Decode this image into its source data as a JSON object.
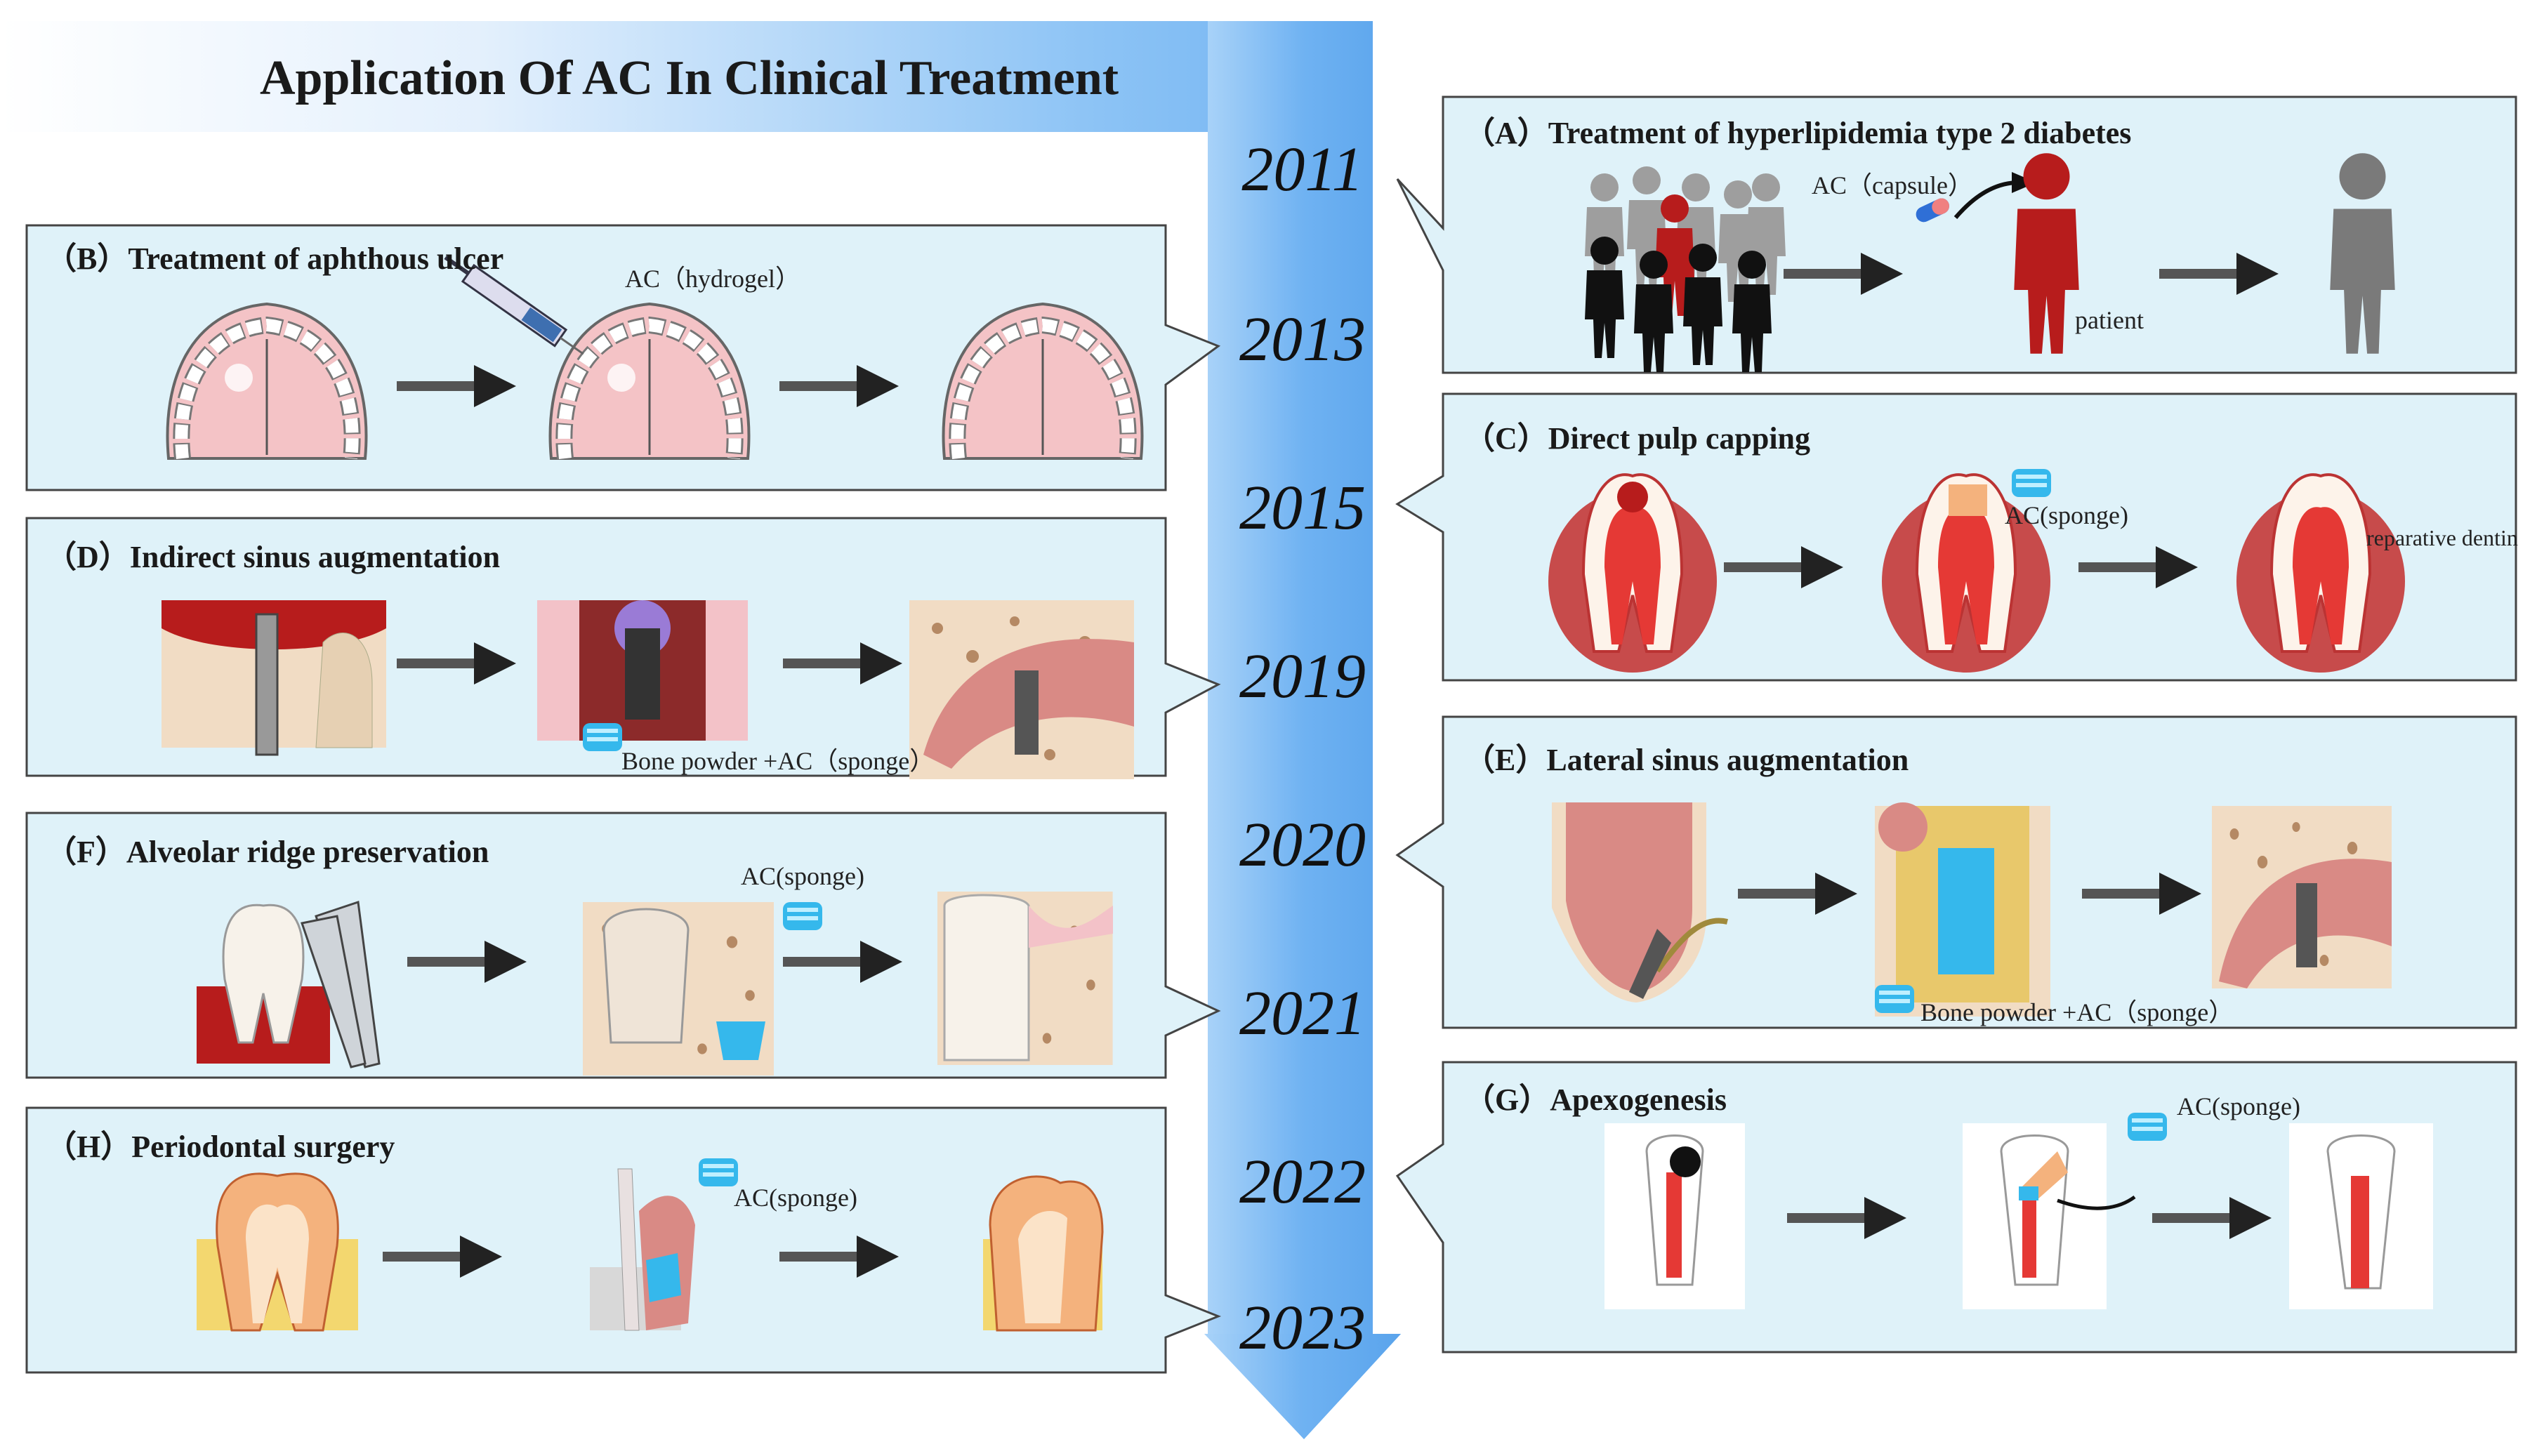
{
  "title": "Application Of AC In Clinical Treatment",
  "timeline": {
    "years": [
      "2011",
      "2013",
      "2015",
      "2019",
      "2020",
      "2021",
      "2022",
      "2023"
    ]
  },
  "panels": {
    "A": {
      "title": "（A）Treatment of hyperlipidemia type 2 diabetes",
      "label1": "AC（capsule）",
      "label2": "patient"
    },
    "B": {
      "title": "（B）Treatment of aphthous ulcer",
      "label1": "AC（hydrogel）"
    },
    "C": {
      "title": "（C）Direct pulp capping",
      "label1": "AC(sponge)",
      "label2": "reparative dentin"
    },
    "D": {
      "title": "（D）Indirect sinus augmentation",
      "label1": "Bone powder +AC（sponge）"
    },
    "E": {
      "title": "（E）Lateral sinus augmentation",
      "label1": "Bone powder +AC（sponge）"
    },
    "F": {
      "title": "（F）Alveolar ridge preservation",
      "label1": "AC(sponge)"
    },
    "G": {
      "title": "（G）Apexogenesis",
      "label1": "AC(sponge)"
    },
    "H": {
      "title": "（H）Periodontal surgery",
      "label1": "AC(sponge)"
    }
  },
  "colors": {
    "panel_bg": "#dff2f9",
    "timeline_blue": "#6fb2f2",
    "accent_red": "#b71c1c",
    "sponge_blue": "#35b8ec",
    "gum_pink": "#f4c3c6"
  }
}
